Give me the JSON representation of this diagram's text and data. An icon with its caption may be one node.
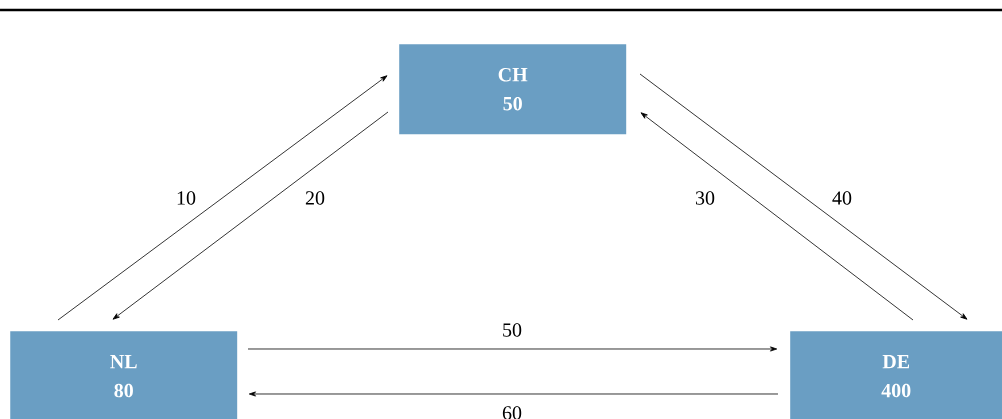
{
  "diagram": {
    "nodes": [
      {
        "text": [
          "CH",
          "50"
        ]
      },
      {
        "text": [
          "NL",
          "80"
        ]
      },
      {
        "text": [
          "DE",
          "400"
        ]
      }
    ],
    "edges": [
      {
        "from": 1,
        "to": 0,
        "arrow": "to",
        "label": "10"
      },
      {
        "from": 0,
        "to": 1,
        "arrow": "to",
        "label": "20"
      },
      {
        "from": 2,
        "to": 0,
        "arrow": "to",
        "label": "30"
      },
      {
        "from": 0,
        "to": 2,
        "arrow": "to",
        "label": "40"
      },
      {
        "from": 1,
        "to": 2,
        "arrow": "to",
        "label": "50"
      },
      {
        "from": 2,
        "to": 1,
        "arrow": "to",
        "label": "60"
      }
    ]
  }
}
